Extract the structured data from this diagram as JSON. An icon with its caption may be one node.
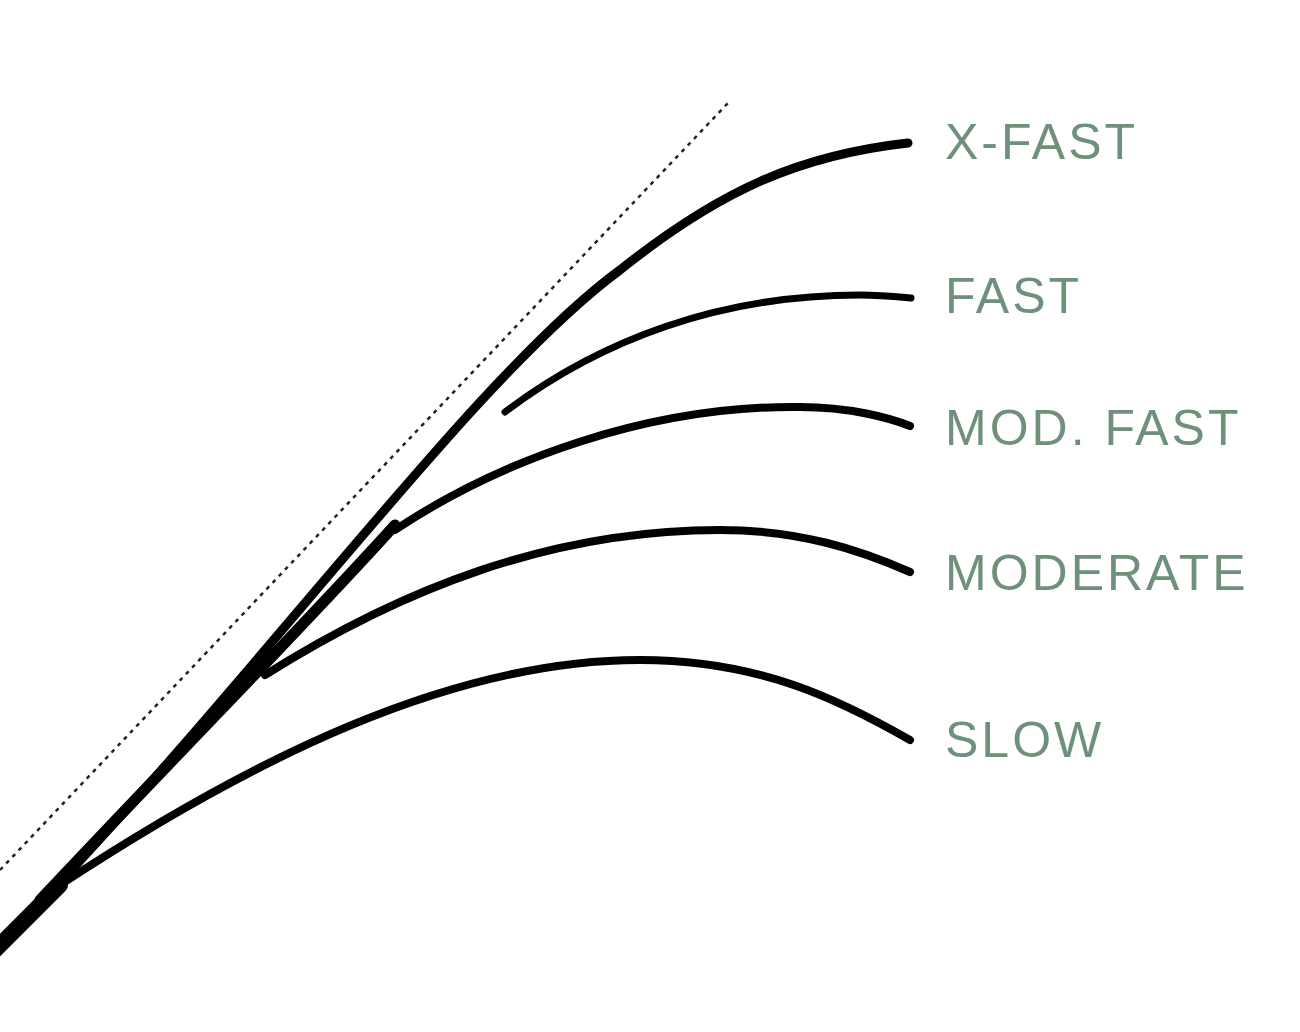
{
  "diagram": {
    "labels": [
      "X-FAST",
      "FAST",
      "MOD. FAST",
      "MODERATE",
      "SLOW"
    ]
  }
}
